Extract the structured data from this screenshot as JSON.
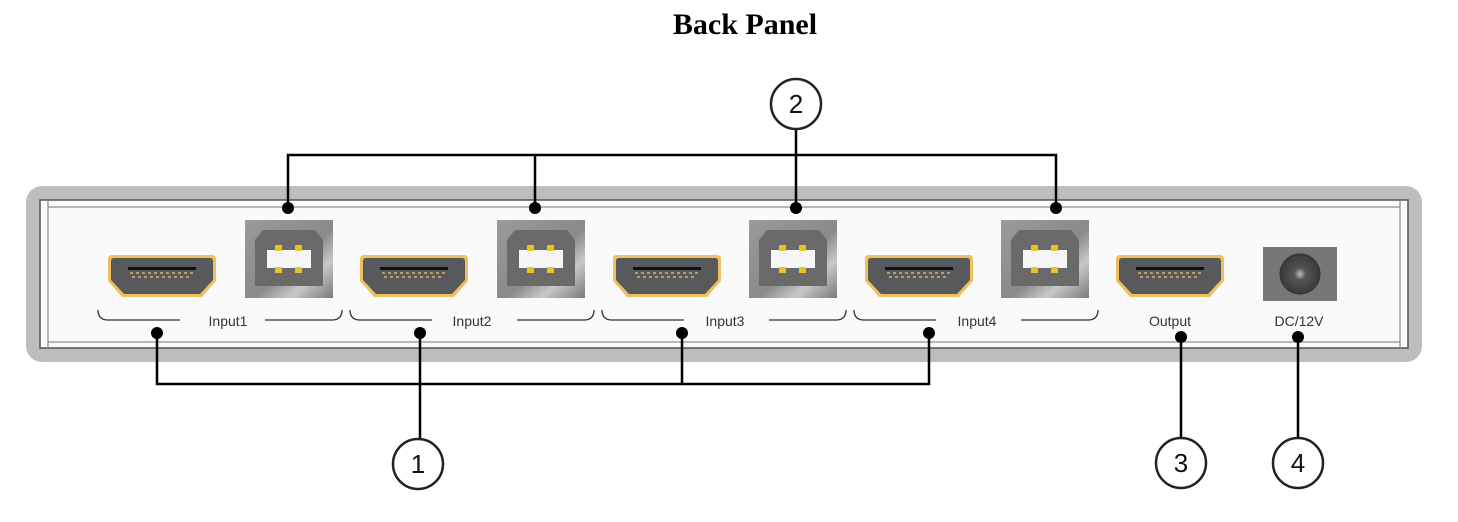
{
  "title": "Back Panel",
  "ports": {
    "input1": "Input1",
    "input2": "Input2",
    "input3": "Input3",
    "input4": "Input4",
    "output": "Output",
    "power": "DC/12V"
  },
  "callouts": [
    "1",
    "2",
    "3",
    "4"
  ],
  "icons": {
    "hdmi": "hdmi-port-icon",
    "usb_b": "usb-b-port-icon",
    "dc": "dc-jack-icon"
  },
  "colors": {
    "panel_frame": "#bdbdbd",
    "panel_face": "#fafafa",
    "hdmi_body": "#58595b",
    "hdmi_rim": "#e0a93a",
    "usb_body": "#8c8c8c",
    "usb_pins": "#e8c21e",
    "dc_body": "#777777",
    "leader": "#000000"
  }
}
